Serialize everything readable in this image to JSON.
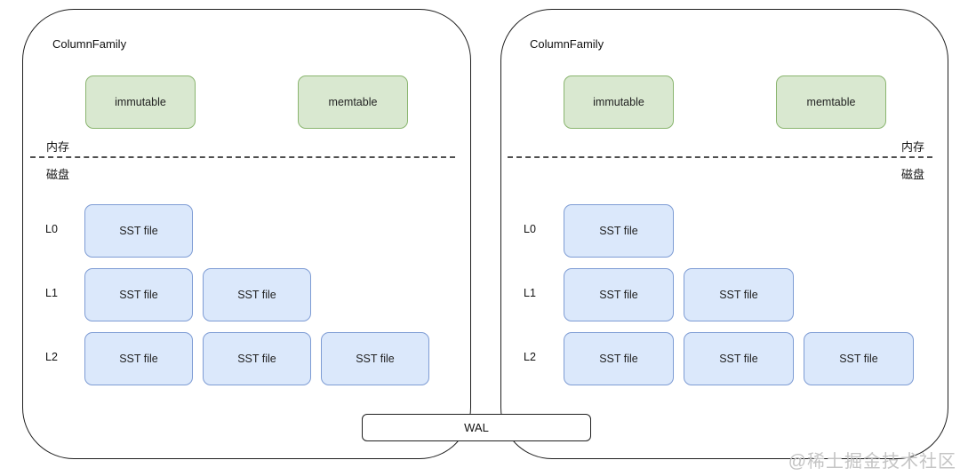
{
  "diagram": {
    "wal": {
      "label": "WAL"
    },
    "watermark": {
      "text": "@稀土掘金技术社区",
      "color": "#c4c4c4"
    },
    "colors": {
      "memtable_fill": "#d9e8d0",
      "memtable_border": "#8ab56f",
      "sst_fill": "#dbe8fb",
      "sst_border": "#7e9cd4",
      "container_border": "#1f1f1f",
      "divider": "#4f4f4f"
    },
    "panels": [
      {
        "title": "ColumnFamily",
        "memory_label": "内存",
        "disk_label": "磁盘",
        "labels_side": "left",
        "memtables": [
          "immutable",
          "memtable"
        ],
        "levels": [
          {
            "name": "L0",
            "files": [
              "SST file"
            ]
          },
          {
            "name": "L1",
            "files": [
              "SST file",
              "SST file"
            ]
          },
          {
            "name": "L2",
            "files": [
              "SST file",
              "SST file",
              "SST file"
            ]
          }
        ]
      },
      {
        "title": "ColumnFamily",
        "memory_label": "内存",
        "disk_label": "磁盘",
        "labels_side": "right",
        "memtables": [
          "immutable",
          "memtable"
        ],
        "levels": [
          {
            "name": "L0",
            "files": [
              "SST file"
            ]
          },
          {
            "name": "L1",
            "files": [
              "SST file",
              "SST file"
            ]
          },
          {
            "name": "L2",
            "files": [
              "SST file",
              "SST file",
              "SST file"
            ]
          }
        ]
      }
    ]
  }
}
